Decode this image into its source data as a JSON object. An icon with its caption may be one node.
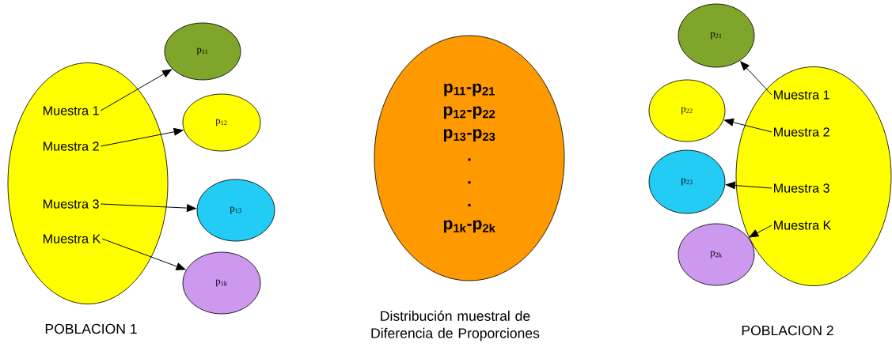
{
  "diagram": {
    "nodes": [
      {
        "text": [],
        "shape": "ellipse",
        "beside": [
          "POBLACION 1"
        ]
      },
      {
        "text": [
          "Muestra 1"
        ],
        "in": 0
      },
      {
        "text": [
          "Muestra 2"
        ],
        "in": 0
      },
      {
        "text": [
          "Muestra 3"
        ],
        "in": 0
      },
      {
        "text": [
          "Muestra K"
        ],
        "in": 0
      },
      {
        "text": [
          "p$_{11}$"
        ]
      },
      {
        "text": [
          "p$_{12}$"
        ]
      },
      {
        "text": [
          "p$_{13}$"
        ]
      },
      {
        "text": [
          "p$_{1k}$"
        ]
      },
      {
        "text": [
          "p$_{11}$-p$_{21}$",
          "p$_{12}$-p$_{22}$",
          "p$_{13}$-p$_{23}$",
          ".",
          ".",
          ".",
          "p$_{1k}$-p$_{2k}$"
        ],
        "beside": [
          "Distribución muestral de Diferencia de Proporciones"
        ]
      },
      {
        "text": [],
        "shape": "ellipse",
        "beside": [
          "POBLACION 2"
        ]
      },
      {
        "text": [
          "Muestra 1"
        ],
        "in": 10
      },
      {
        "text": [
          "Muestra 2"
        ],
        "in": 10
      },
      {
        "text": [
          "Muestra 3"
        ],
        "in": 10
      },
      {
        "text": [
          "Muestra K"
        ],
        "in": 10
      },
      {
        "text": [
          "p$_{21}$"
        ]
      },
      {
        "text": [
          "p$_{22}$"
        ]
      },
      {
        "text": [
          "p$_{23}$"
        ]
      },
      {
        "text": [
          "p$_{2k}$"
        ]
      }
    ],
    "edges": [
      {
        "from": 1,
        "to": 5,
        "arrow": "to"
      },
      {
        "from": 2,
        "to": 6,
        "arrow": "to"
      },
      {
        "from": 3,
        "to": 7,
        "arrow": "to"
      },
      {
        "from": 4,
        "to": 8,
        "arrow": "to"
      },
      {
        "from": 11,
        "to": 15,
        "arrow": "to"
      },
      {
        "from": 12,
        "to": 16,
        "arrow": "to"
      },
      {
        "from": 13,
        "to": 17,
        "arrow": "to"
      },
      {
        "from": 14,
        "to": 18,
        "arrow": "to"
      }
    ]
  }
}
